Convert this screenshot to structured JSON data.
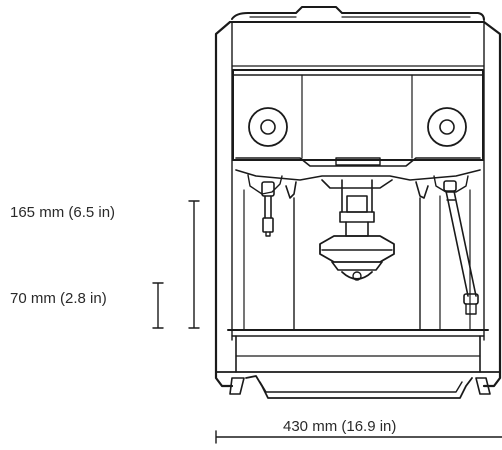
{
  "dimensions": {
    "height_upper": "165 mm (6.5 in)",
    "height_lower": "70 mm (2.8 in)",
    "width": "430 mm (16.9 in)"
  },
  "colors": {
    "line": "#1a1a1a",
    "background": "#ffffff"
  }
}
